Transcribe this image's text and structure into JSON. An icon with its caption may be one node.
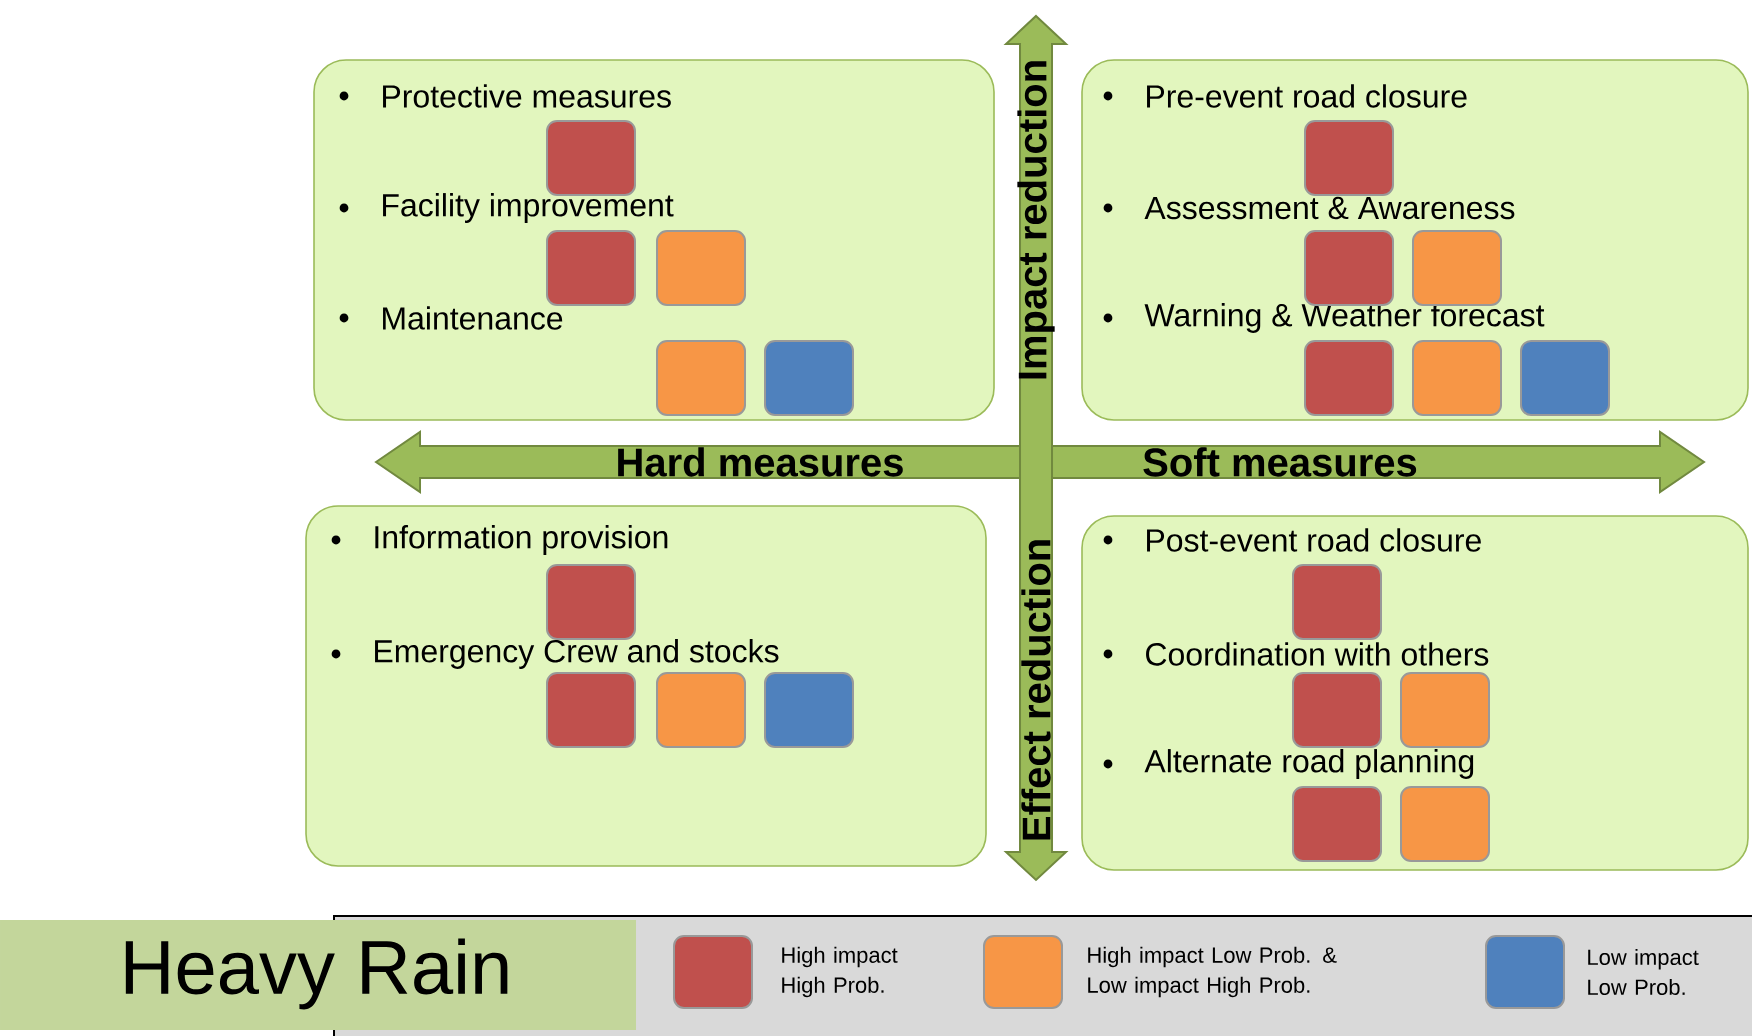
{
  "diagram": {
    "title": "Heavy Rain",
    "nodes": [
      {
        "text": [
          "Protective measures",
          "Facility improvement",
          "Maintenance"
        ]
      },
      {
        "text": [],
        "shape": "box",
        "in": 0
      },
      {
        "text": [],
        "shape": "box",
        "in": 0
      },
      {
        "text": [],
        "shape": "box",
        "in": 0
      },
      {
        "text": [],
        "shape": "box",
        "in": 0
      },
      {
        "text": [],
        "shape": "box",
        "in": 0
      },
      {
        "text": [
          "Pre-event road closure",
          "Assessment & Awareness",
          "Warning & Weather forecast"
        ]
      },
      {
        "text": [],
        "shape": "box",
        "in": 6
      },
      {
        "text": [],
        "shape": "box",
        "in": 6
      },
      {
        "text": [],
        "shape": "box",
        "in": 6
      },
      {
        "text": [],
        "shape": "box",
        "in": 6
      },
      {
        "text": [],
        "shape": "box",
        "in": 6
      },
      {
        "text": [],
        "shape": "box",
        "in": 6
      },
      {
        "text": [
          "Information provision",
          "Emergency Crew and stocks"
        ]
      },
      {
        "text": [],
        "shape": "box",
        "in": 13
      },
      {
        "text": [],
        "shape": "box",
        "in": 13
      },
      {
        "text": [],
        "shape": "box",
        "in": 13
      },
      {
        "text": [],
        "shape": "box",
        "in": 13
      },
      {
        "text": [
          "Post-event road closure",
          "Coordination with others",
          "Alternate road planning"
        ]
      },
      {
        "text": [],
        "shape": "box",
        "in": 18
      },
      {
        "text": [],
        "shape": "box",
        "in": 18
      },
      {
        "text": [],
        "shape": "box",
        "in": 18
      },
      {
        "text": [],
        "shape": "box",
        "in": 18
      },
      {
        "text": [],
        "shape": "box",
        "in": 18
      }
    ],
    "labels": [
      "Impact reduction",
      "Hard measures",
      "Soft measures",
      "Effect reduction"
    ],
    "legend": [
      {
        "text": "High impact High Prob.",
        "color": "#c0504d"
      },
      {
        "text": "High impact Low Prob. & Low impact High Prob.",
        "color": "#f79646"
      },
      {
        "text": "Low impact Low Prob.",
        "color": "#4f81bd"
      }
    ]
  }
}
